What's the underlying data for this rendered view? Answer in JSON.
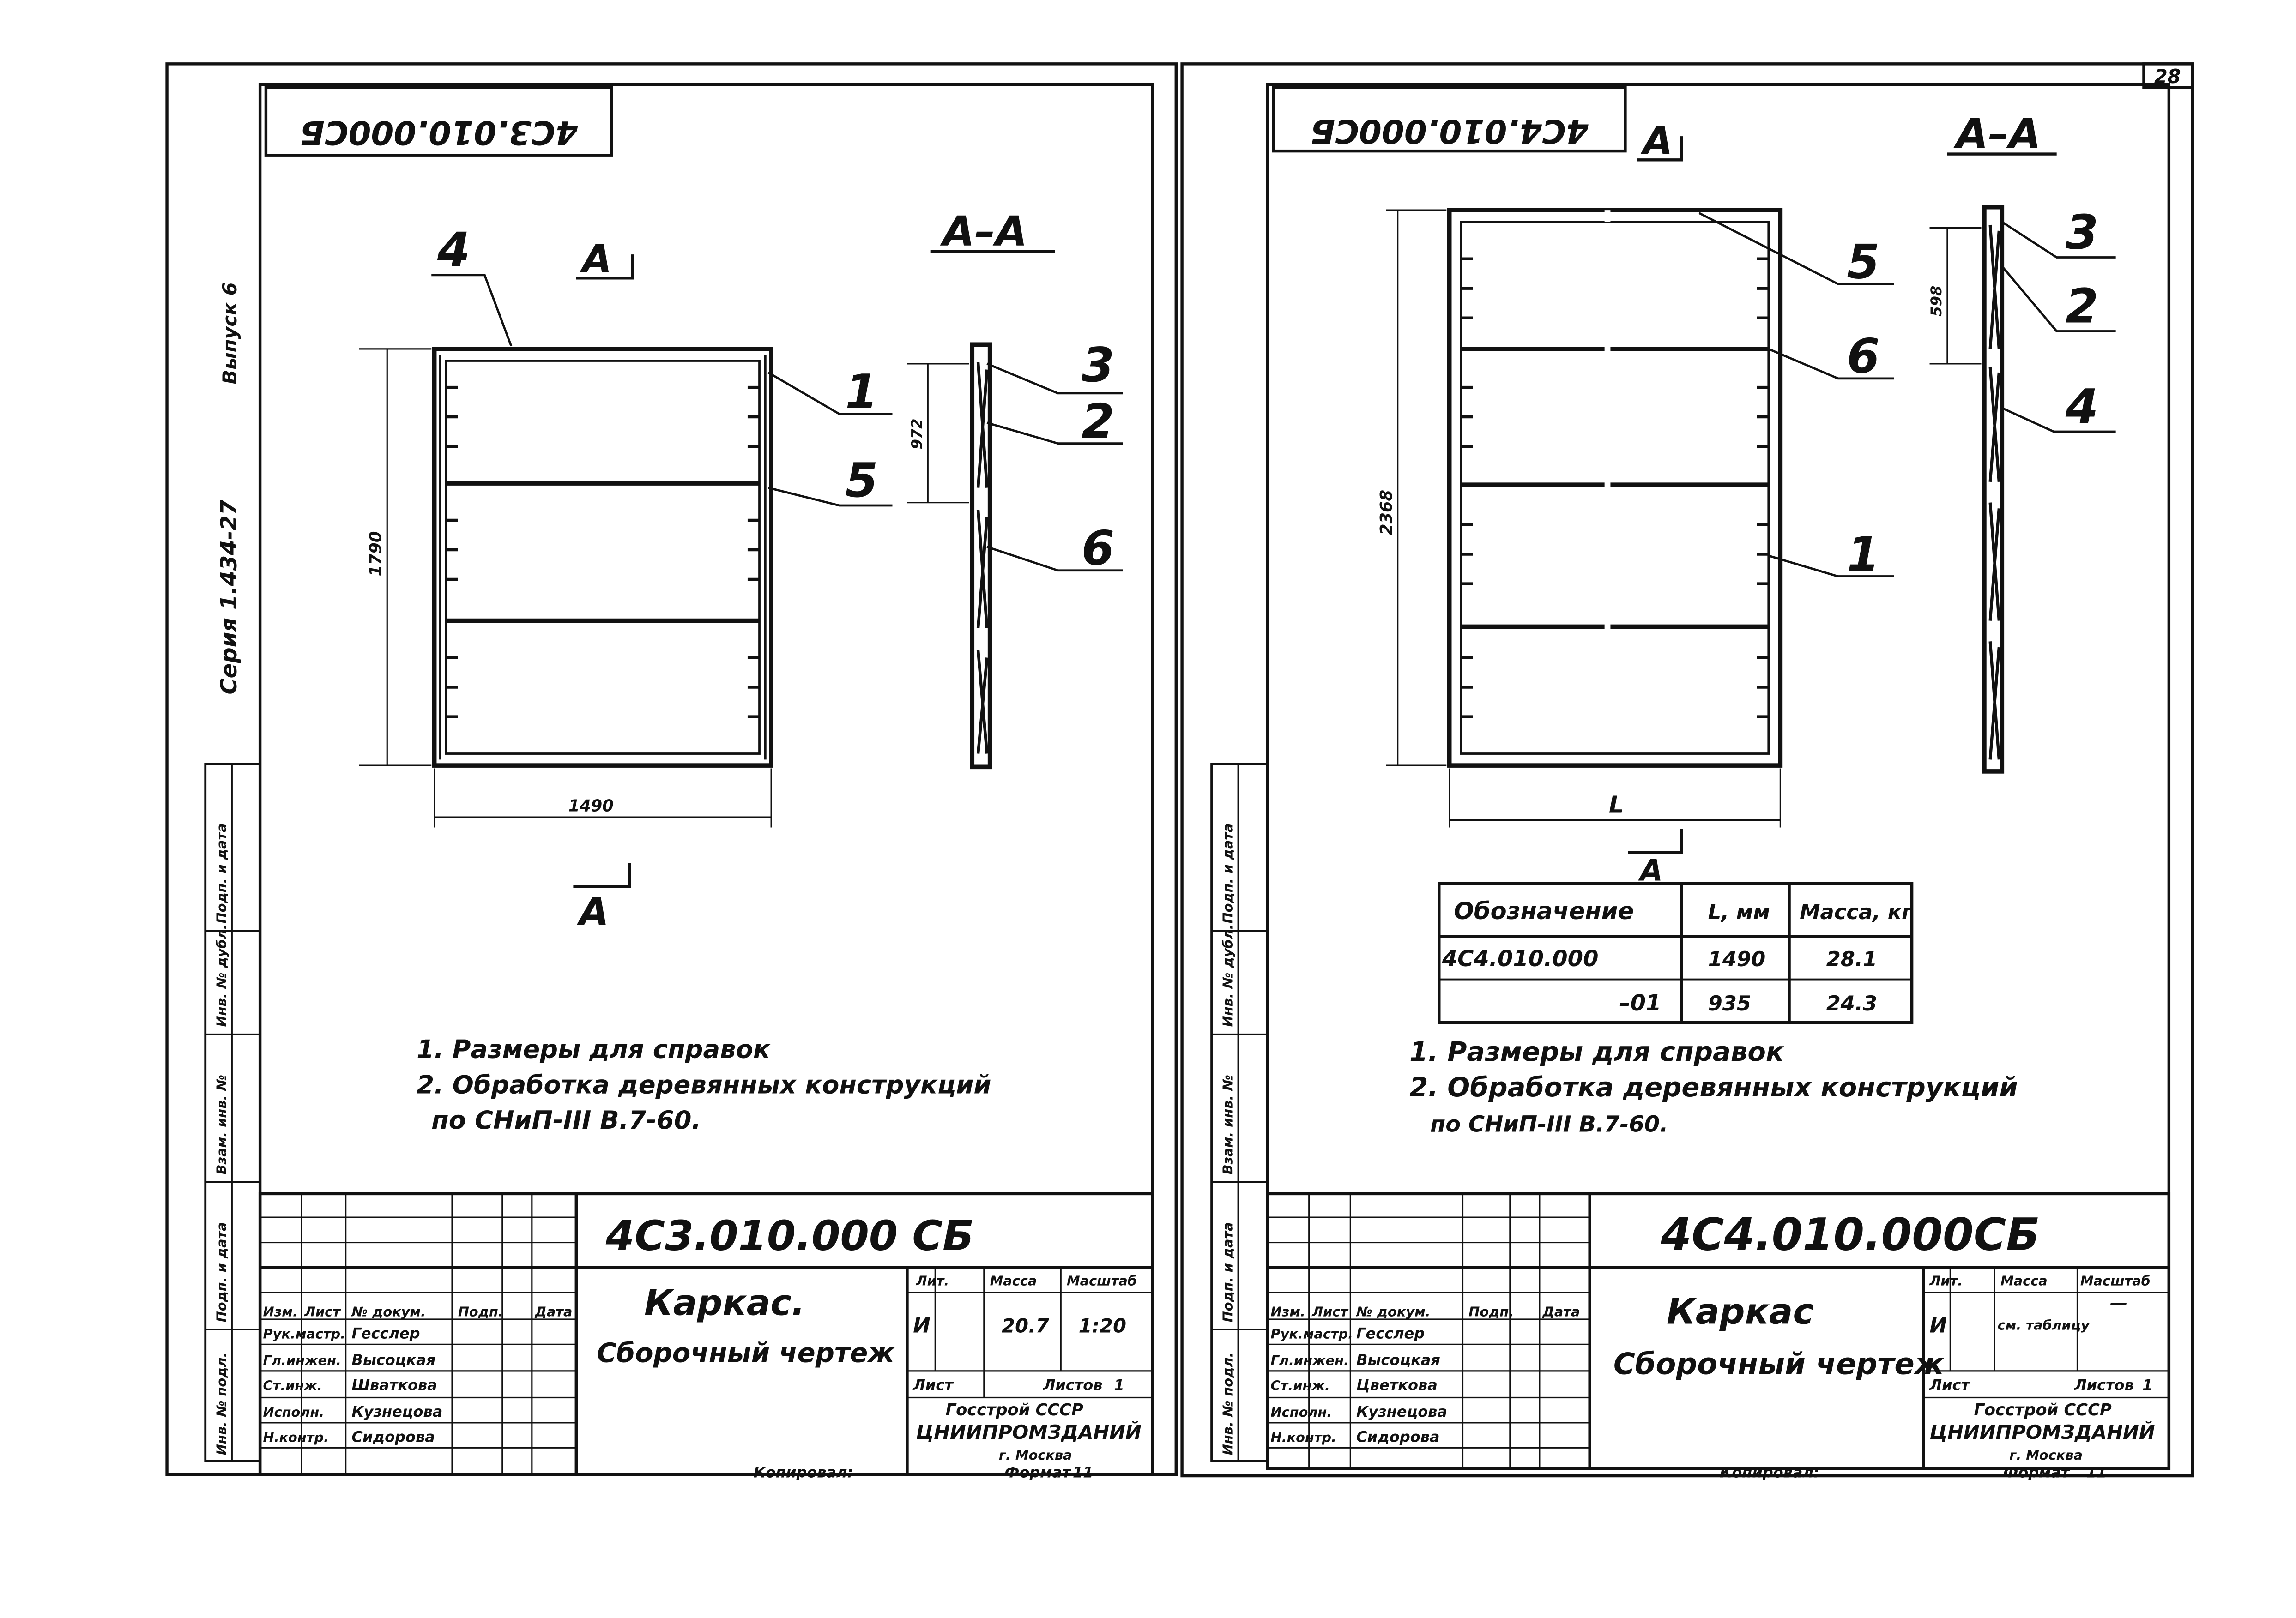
{
  "page_number": "28",
  "left_sheet": {
    "code_rotated": "4С3.010.000СБ",
    "section_mark": "А",
    "section_title": "А–А",
    "dim_height": "1790",
    "dim_width": "1490",
    "dim_section": "972",
    "callouts": [
      "4",
      "1",
      "5",
      "3",
      "2",
      "6"
    ],
    "notes": [
      "1. Размеры для справок",
      "2. Обработка деревянных конструкций",
      "по СНиП-III В.7-60."
    ],
    "side_text": "Серия 1.434-27",
    "side_text2": "Выпуск 6",
    "side_column_labels": [
      "Инв. № подл.",
      "Подп. и дата",
      "Взам. инв. №",
      "Инв. № дубл.",
      "Подп. и дата"
    ],
    "title_block": {
      "designation": "4С3.010.000 СБ",
      "name": "Каркас.",
      "subtitle": "Сборочный чертеж",
      "header_cells": [
        "Изм.",
        "Лист",
        "№ докум.",
        "Подп.",
        "Дата"
      ],
      "roles": [
        "Рук.мастр.",
        "Гл.инжен.",
        "Ст.инж.",
        "Исполн.",
        "Н.контр."
      ],
      "names": [
        "Гесслер",
        "Высоцкая",
        "Шваткова",
        "Кузнецова",
        "Сидорова"
      ],
      "lit_label": "Лит.",
      "lit_value": "И",
      "mass_label": "Масса",
      "mass_value": "20.7",
      "scale_label": "Масштаб",
      "scale_value": "1:20",
      "sheet_label": "Лист",
      "sheets_label": "Листов",
      "sheets_value": "1",
      "org1": "Госстрой СССР",
      "org2": "ЦНИИПРОМЗДАНИЙ",
      "org3": "г. Москва",
      "copied": "Копировал:",
      "format_label": "Формат",
      "format_value": "11"
    }
  },
  "right_sheet": {
    "code_rotated": "4С4.010.000СБ",
    "section_mark": "А",
    "section_title": "А–А",
    "dim_height": "2368",
    "dim_width": "L",
    "dim_section": "598",
    "callouts": [
      "5",
      "6",
      "1",
      "3",
      "2",
      "4"
    ],
    "table": {
      "headers": [
        "Обозначение",
        "L, мм",
        "Масса, кг"
      ],
      "rows": [
        [
          "4С4.010.000",
          "1490",
          "28.1"
        ],
        [
          "–01",
          "935",
          "24.3"
        ]
      ]
    },
    "notes": [
      "1. Размеры для справок",
      "2. Обработка деревянных конструкций",
      "по СНиП-III В.7-60."
    ],
    "side_column_labels": [
      "Инв. № подл.",
      "Подп. и дата",
      "Взам. инв. №",
      "Инв. № дубл.",
      "Подп. и дата"
    ],
    "title_block": {
      "designation": "4С4.010.000СБ",
      "name": "Каркас",
      "subtitle": "Сборочный чертеж",
      "header_cells": [
        "Изм.",
        "Лист",
        "№ докум.",
        "Подп.",
        "Дата"
      ],
      "roles": [
        "Рук.мастр.",
        "Гл.инжен.",
        "Ст.инж.",
        "Исполн.",
        "Н.контр."
      ],
      "names": [
        "Гесслер",
        "Высоцкая",
        "Цветкова",
        "Кузнецова",
        "Сидорова"
      ],
      "lit_label": "Лит.",
      "lit_value": "И",
      "mass_label": "Масса",
      "mass_value": "см. таблицу",
      "scale_label": "Масштаб",
      "scale_value": "—",
      "sheet_label": "Лист",
      "sheets_label": "Листов",
      "sheets_value": "1",
      "org1": "Госстрой СССР",
      "org2": "ЦНИИПРОМЗДАНИЙ",
      "org3": "г. Москва",
      "copied": "Копировал:",
      "format_label": "Формат",
      "format_value": "11"
    }
  }
}
